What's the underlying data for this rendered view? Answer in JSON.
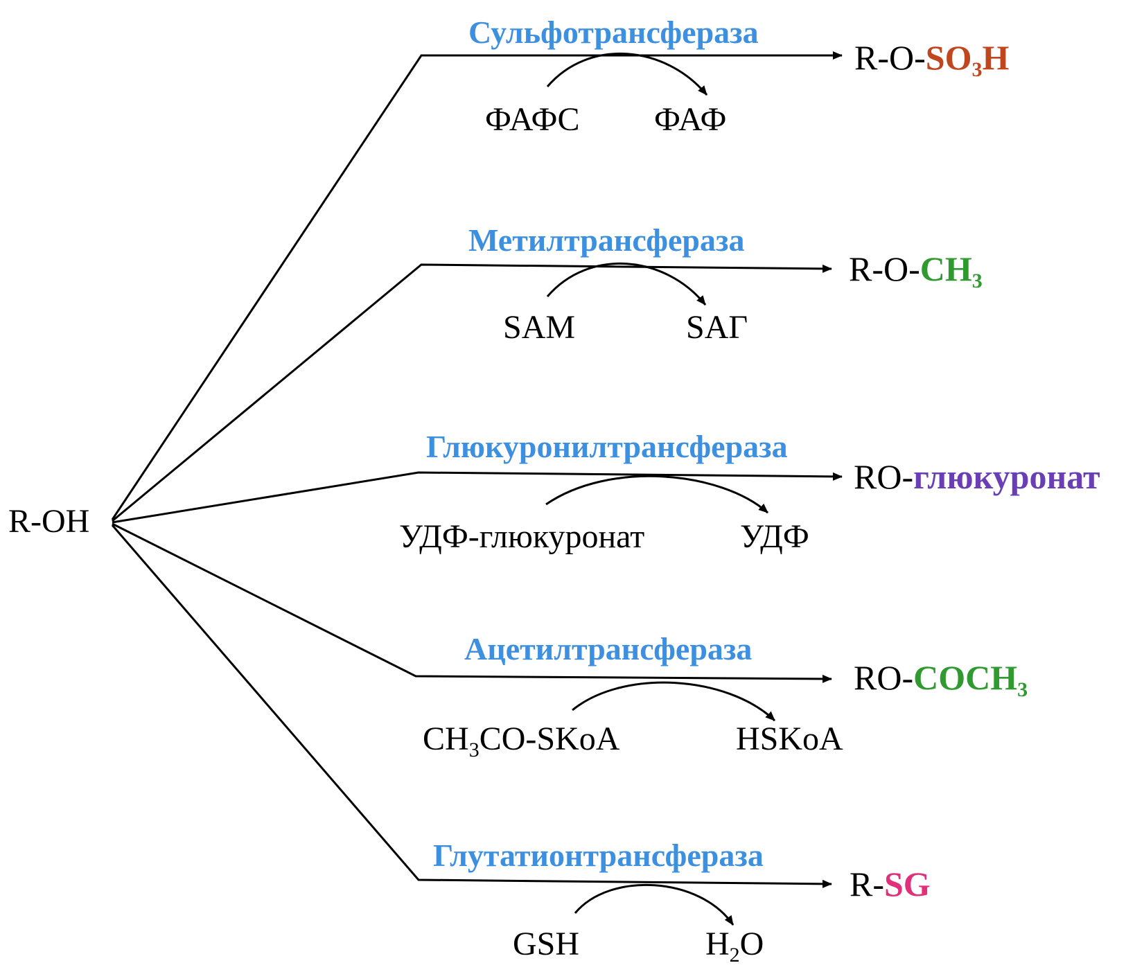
{
  "colors": {
    "line": "#000000",
    "enzyme": "#3d8fe0",
    "sulfo": "#c0461e",
    "methyl": "#2f9a2f",
    "glucuronate": "#6a3fb5",
    "acetyl": "#2f9a2f",
    "glutathione": "#e0307a"
  },
  "substrate": "R-OH",
  "reactions": [
    {
      "enzyme": "Сульфотрансфераза",
      "product_prefix": "R-O-",
      "product_group_main": "SO",
      "product_group_sub": "3",
      "product_group_tail": "H",
      "cofactor_in": "ФАФС",
      "cofactor_out": "ФАФ"
    },
    {
      "enzyme": "Метилтрансфераза",
      "product_prefix": "R-O-",
      "product_group_main": "CH",
      "product_group_sub": "3",
      "cofactor_in": "SAM",
      "cofactor_out": "SAГ"
    },
    {
      "enzyme": "Глюкуронилтрансфераза",
      "product_prefix": "RO-",
      "product_group_main": "глюкуронат",
      "cofactor_in": "УДФ-глюкуронат",
      "cofactor_out": "УДФ"
    },
    {
      "enzyme": "Ацетилтрансфераза",
      "product_prefix": "RO-",
      "product_group_main": "COCH",
      "product_group_sub": "3",
      "cofactor_in_main": "CH",
      "cofactor_in_sub": "3",
      "cofactor_in_tail": "CO-SKoA",
      "cofactor_out": "HSKoA"
    },
    {
      "enzyme": "Глутатионтрансфераза",
      "product_prefix": "R-",
      "product_group_main": "SG",
      "cofactor_in": "GSH",
      "cofactor_out_main": "H",
      "cofactor_out_sub": "2",
      "cofactor_out_tail": "O"
    }
  ]
}
